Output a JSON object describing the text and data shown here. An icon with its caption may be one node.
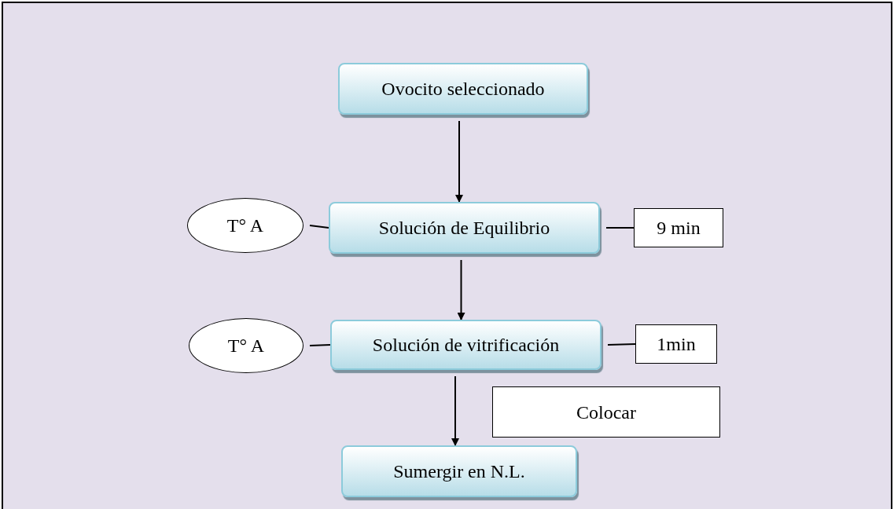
{
  "diagram": {
    "nodes": [
      {
        "text": [
          "Ovocito seleccionado"
        ]
      },
      {
        "text": [
          "T° A"
        ]
      },
      {
        "text": [
          "Solución de Equilibrio"
        ]
      },
      {
        "text": [
          "9 min"
        ]
      },
      {
        "text": [
          "T° A"
        ]
      },
      {
        "text": [
          "Solución de vitrificación"
        ]
      },
      {
        "text": [
          "1min"
        ]
      },
      {
        "text": [
          "Colocar"
        ]
      },
      {
        "text": [
          "Sumergir en N.L."
        ]
      }
    ],
    "edges": [
      {
        "from": 0,
        "to": 2,
        "arrow": "to"
      },
      {
        "from": 1,
        "to": 2,
        "arrow": "none"
      },
      {
        "from": 2,
        "to": 3,
        "arrow": "none"
      },
      {
        "from": 2,
        "to": 5,
        "arrow": "to"
      },
      {
        "from": 4,
        "to": 5,
        "arrow": "none"
      },
      {
        "from": 5,
        "to": 6,
        "arrow": "none"
      },
      {
        "from": 5,
        "to": 8,
        "arrow": "to"
      }
    ]
  }
}
